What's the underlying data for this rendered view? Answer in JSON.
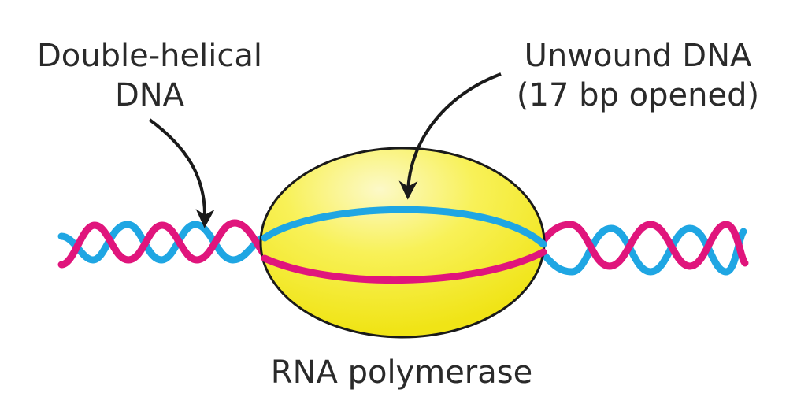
{
  "labels": {
    "double_helical": {
      "line1": "Double-helical",
      "line2": "DNA"
    },
    "unwound": {
      "line1": "Unwound DNA",
      "line2": "(17 bp opened)"
    },
    "polymerase": "RNA polymerase"
  },
  "colors": {
    "strand_blue": "#1fa6e3",
    "strand_magenta": "#e0157c",
    "polymerase_fill": "#f7ef2e",
    "polymerase_highlight": "#fcf9c8",
    "polymerase_outline": "#1a1a1a",
    "arrow": "#1a1a1a",
    "text": "#2a2a2a"
  }
}
